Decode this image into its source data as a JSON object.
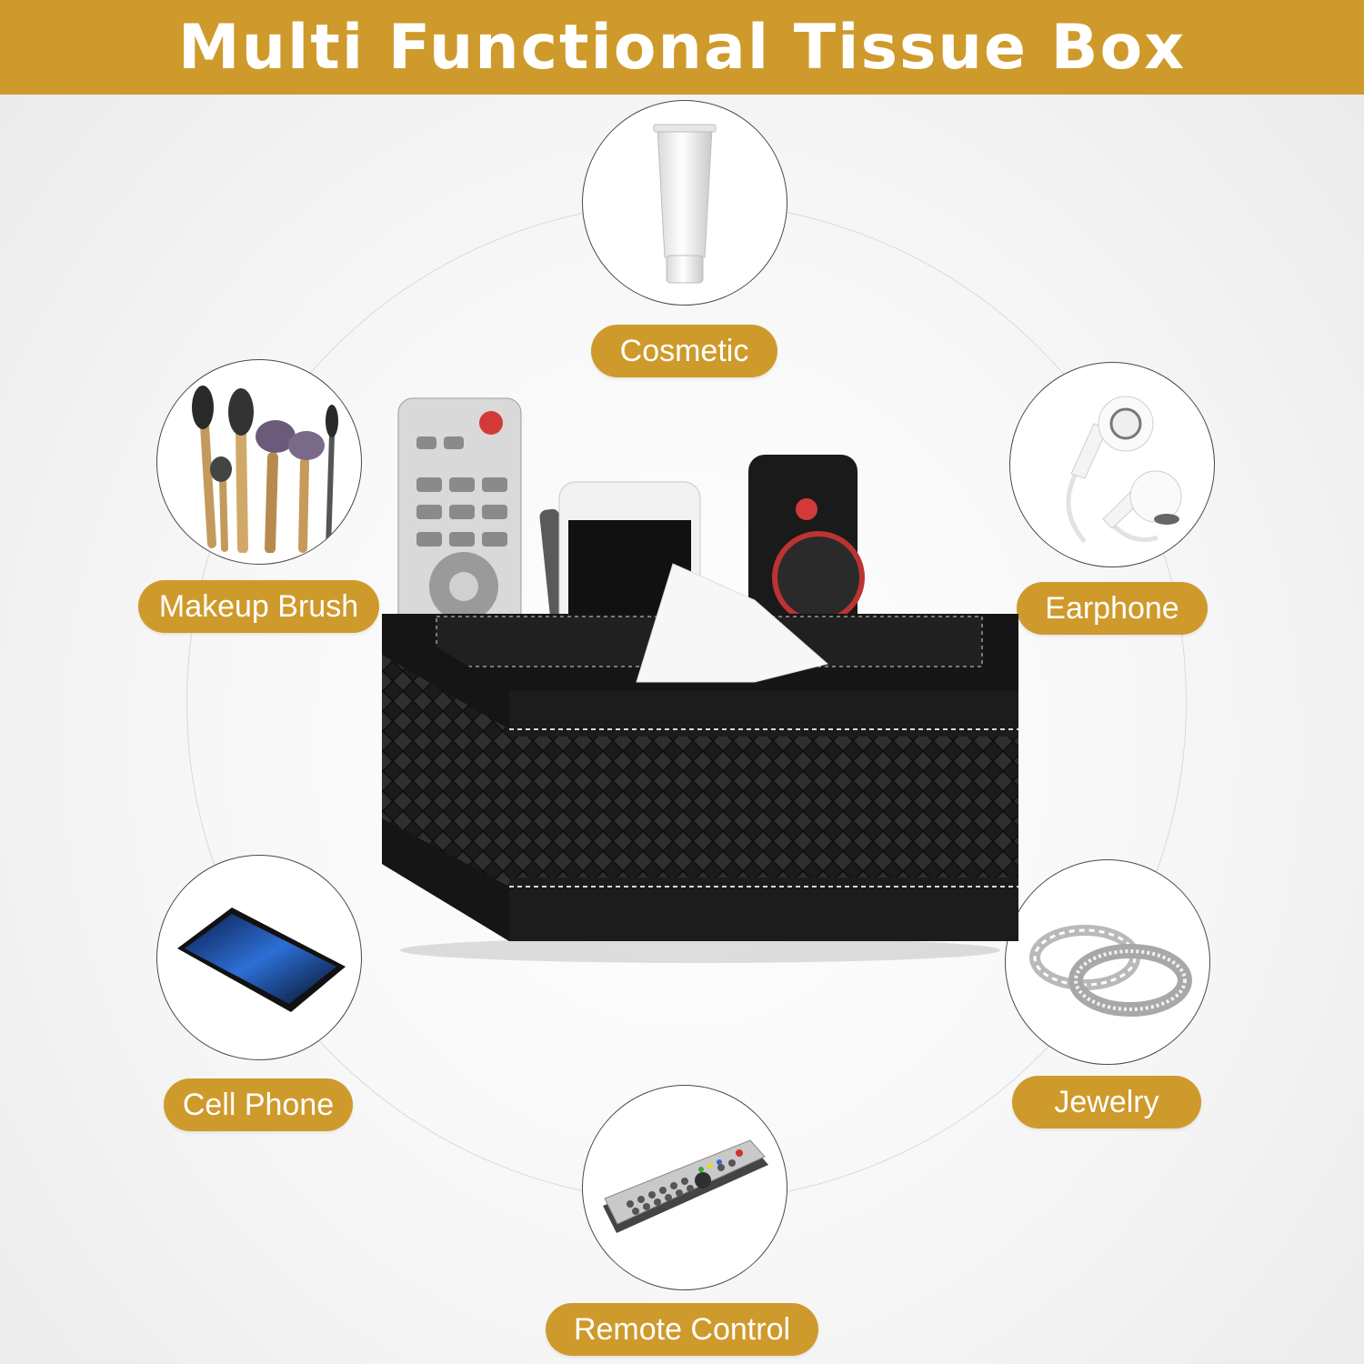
{
  "banner": {
    "title": "Multi Functional Tissue Box"
  },
  "labels": {
    "cosmetic": "Cosmetic",
    "makeup_brush": "Makeup Brush",
    "earphone": "Earphone",
    "cell_phone": "Cell Phone",
    "jewelry": "Jewelry",
    "remote_control": "Remote Control"
  },
  "colors": {
    "accent": "#cf9a2c",
    "box": "#1d1d1d",
    "stitch": "#d8d8d8"
  }
}
